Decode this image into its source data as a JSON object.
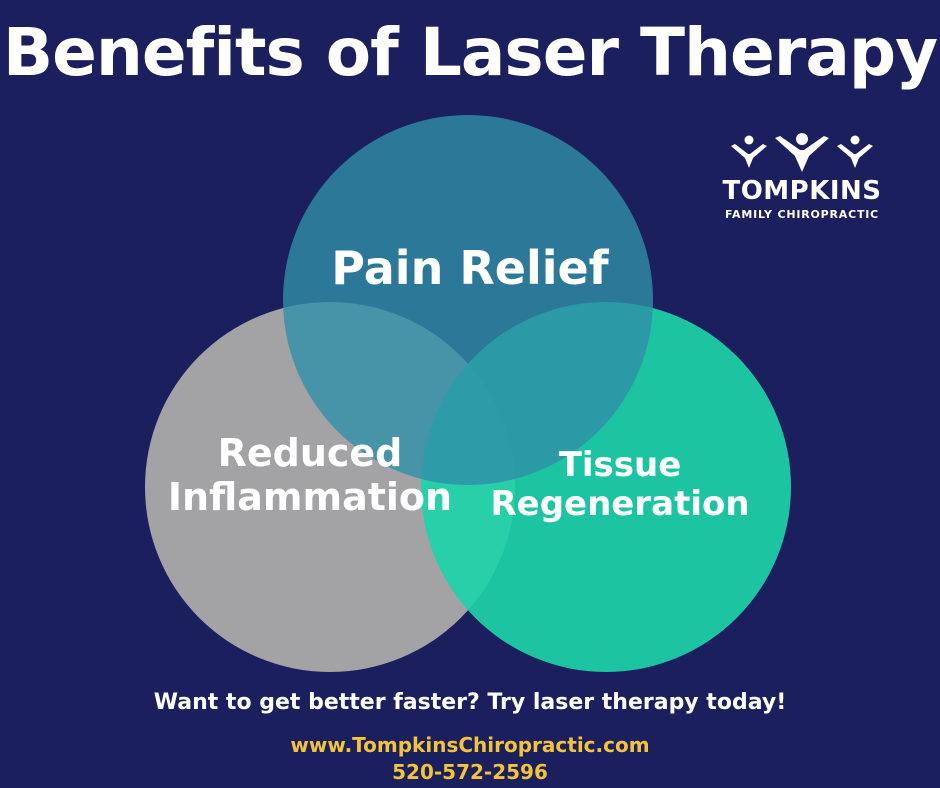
{
  "title": "Benefits of Laser Therapy",
  "logo": {
    "name": "TOMPKINS",
    "subtitle": "FAMILY CHIROPRACTIC",
    "icon": "three-people-raising-arms-icon"
  },
  "benefits": [
    {
      "label": "Pain Relief",
      "color": "#2f8fa8"
    },
    {
      "label": "Reduced Inflammation",
      "color": "#a6a6a6"
    },
    {
      "label": "Tissue Regeneration",
      "color": "#1dd3a8"
    }
  ],
  "footer": {
    "tagline": "Want to get better faster? Try laser therapy today!",
    "website": "www.TompkinsChiropractic.com",
    "phone": "520-572-2596"
  },
  "colors": {
    "background": "#1b1f5e",
    "accent_text": "#f3c43b"
  }
}
